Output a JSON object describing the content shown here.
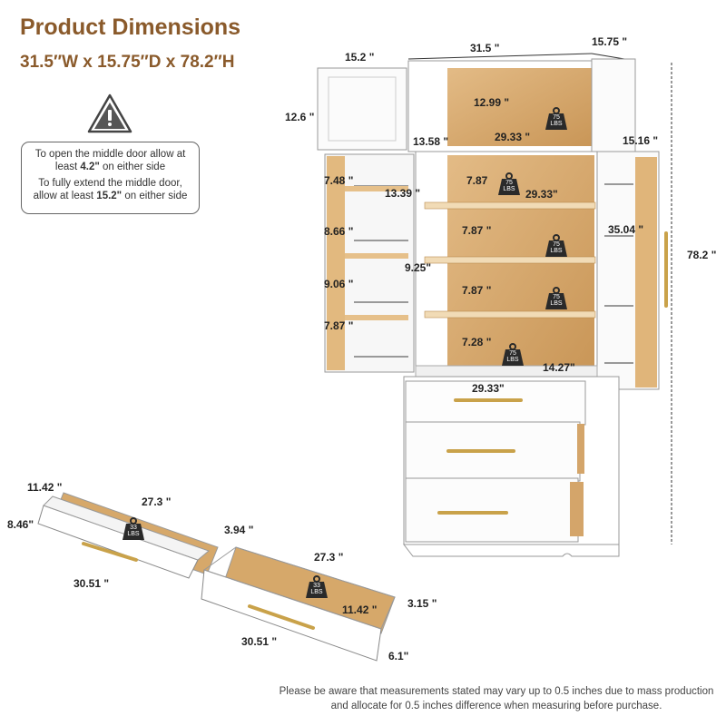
{
  "title": "Product Dimensions",
  "subtitle": "31.5″W x 15.75″D x 78.2″H",
  "warning": {
    "line1_pre": "To open the middle door allow at least ",
    "line1_bold": "4.2\"",
    "line1_post": " on either side",
    "line2_pre": "To fully extend the middle door, allow at least ",
    "line2_bold": "15.2\"",
    "line2_post": " on either side"
  },
  "dimensions": {
    "top_door_width": "15.2 \"",
    "top_width": "31.5 \"",
    "depth": "15.75 \"",
    "top_door_height": "12.6 \"",
    "top_inner_height": "12.99 \"",
    "top_inner_depth": "13.58 \"",
    "top_inner_width": "29.33 \"",
    "mid_door_width": "15.16 \"",
    "total_height": "78.2 \"",
    "door_rack_1": "7.48 \"",
    "shelf_depth": "13.39 \"",
    "shelf_gap_1": "7.87",
    "shelf_width": "29.33\"",
    "door_rack_2": "8.66 \"",
    "shelf_gap_2": "7.87 \"",
    "mid_height": "35.04 \"",
    "shelf_depth_2": "9.25\"",
    "door_rack_3": "9.06 \"",
    "shelf_gap_3": "7.87 \"",
    "door_rack_4": "7.87 \"",
    "shelf_gap_4": "7.28 \"",
    "base_depth": "14.27\"",
    "drawer_top_width": "29.33\"",
    "drawer1_depth": "11.42 \"",
    "drawer1_inner_length": "27.3 \"",
    "drawer1_front_height": "8.46\"",
    "drawer1_side_height": "3.94 \"",
    "drawer1_width": "30.51 \"",
    "drawer2_inner_length": "27.3 \"",
    "drawer2_depth": "11.42 \"",
    "drawer2_side_height": "3.15 \"",
    "drawer2_width": "30.51 \"",
    "drawer2_front_height": "6.1\""
  },
  "weights": {
    "shelf": {
      "num": "75",
      "unit": "LBS"
    },
    "drawer": {
      "num": "33",
      "unit": "LBS"
    }
  },
  "note": "Please be aware that measurements stated may vary up to 0.5 inches due to mass production and allocate for 0.5 inches difference when measuring before purchase.",
  "colors": {
    "title": "#8a5a2b",
    "cabinet": "#ffffff",
    "wood": "#d9ad72",
    "weight_icon": "#2a2a2a",
    "handle": "#c9a24a"
  }
}
